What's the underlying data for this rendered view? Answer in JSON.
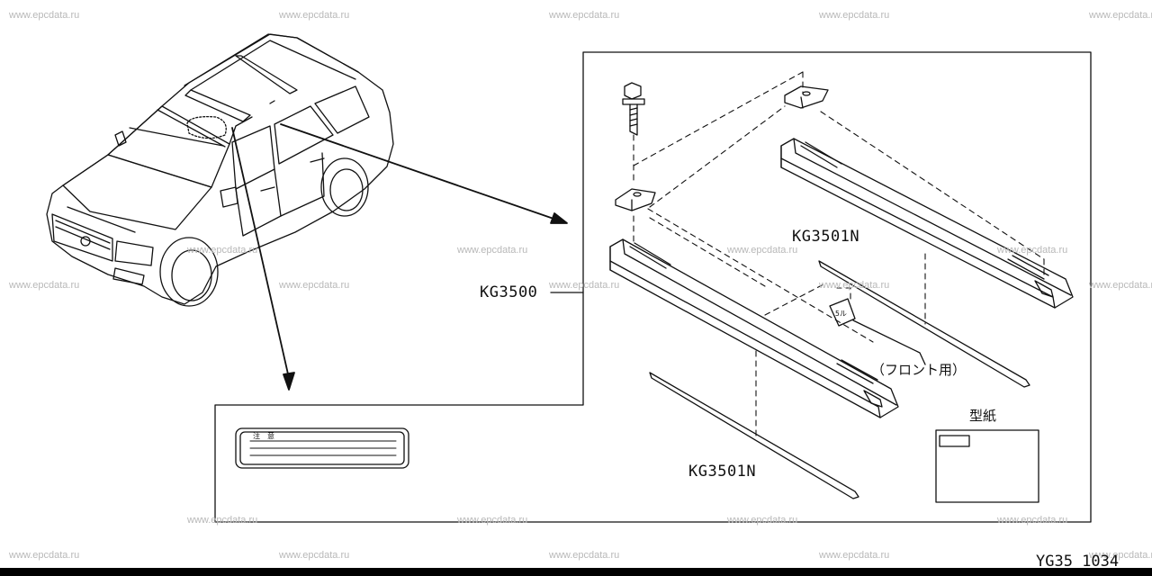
{
  "watermark": "www.epcdata.ru",
  "callouts": {
    "main_kit": "KG3500",
    "strip_upper": "KG3501N",
    "strip_lower": "KG3501N"
  },
  "labels": {
    "front_use": "（フロント用）",
    "template": "型紙",
    "caution_label": "注　意",
    "tag_text": "5ル"
  },
  "diagram_code": "YG35 1034"
}
